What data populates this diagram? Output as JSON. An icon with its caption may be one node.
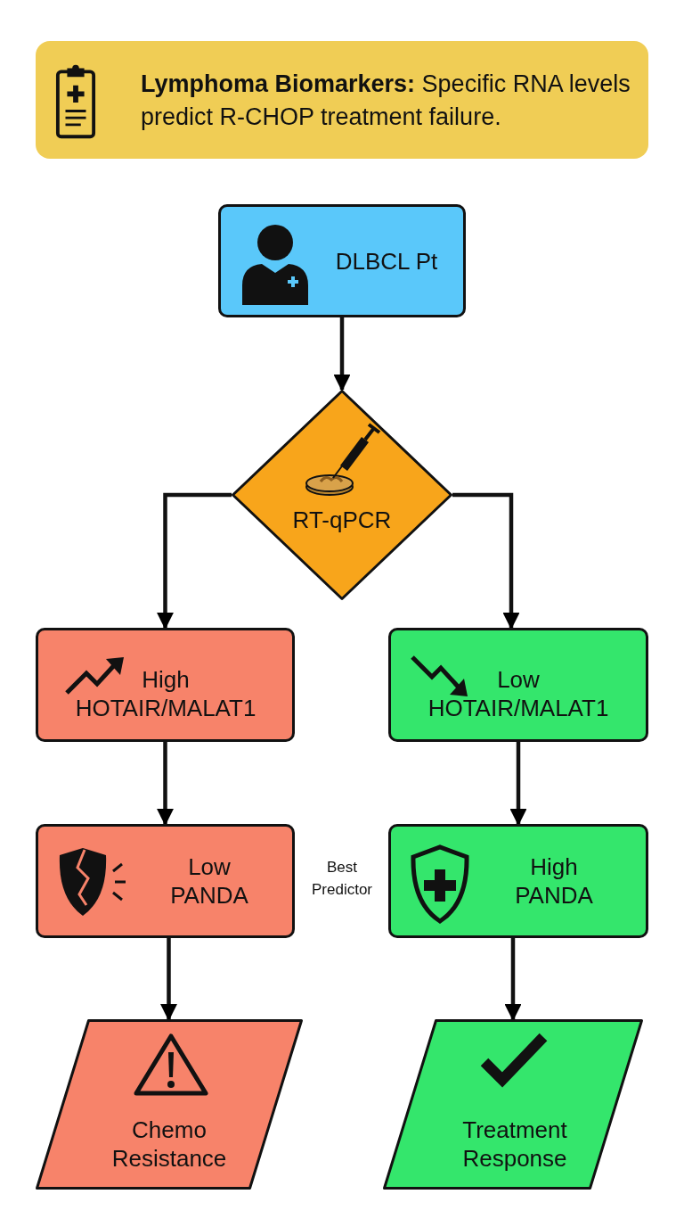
{
  "diagram": {
    "title": "**Lymphoma Biomarkers:** Specific RNA levels predict R-CHOP treatment failure.",
    "nodes": [
      {
        "text": [
          "DLBCL Pt"
        ]
      },
      {
        "text": [
          "RT-qPCR"
        ]
      },
      {
        "text": [
          "High",
          "HOTAIR/MALAT1"
        ]
      },
      {
        "text": [
          "Low",
          "HOTAIR/MALAT1"
        ]
      },
      {
        "text": [
          "Low",
          "PANDA"
        ]
      },
      {
        "text": [
          "High",
          "PANDA"
        ]
      },
      {
        "text": [
          "Chemo Resistance"
        ]
      },
      {
        "text": [
          "Treatment Response"
        ]
      }
    ],
    "edges": [
      {
        "from": 0,
        "to": 1,
        "arrow": "to"
      },
      {
        "from": 1,
        "to": 2,
        "arrow": "to"
      },
      {
        "from": 1,
        "to": 3,
        "arrow": "to"
      },
      {
        "from": 2,
        "to": 4,
        "arrow": "to"
      },
      {
        "from": 3,
        "to": 5,
        "arrow": "to"
      },
      {
        "from": 4,
        "to": 6,
        "arrow": "to"
      },
      {
        "from": 5,
        "to": 7,
        "arrow": "to"
      }
    ],
    "labels": [
      "Best Predictor"
    ]
  }
}
